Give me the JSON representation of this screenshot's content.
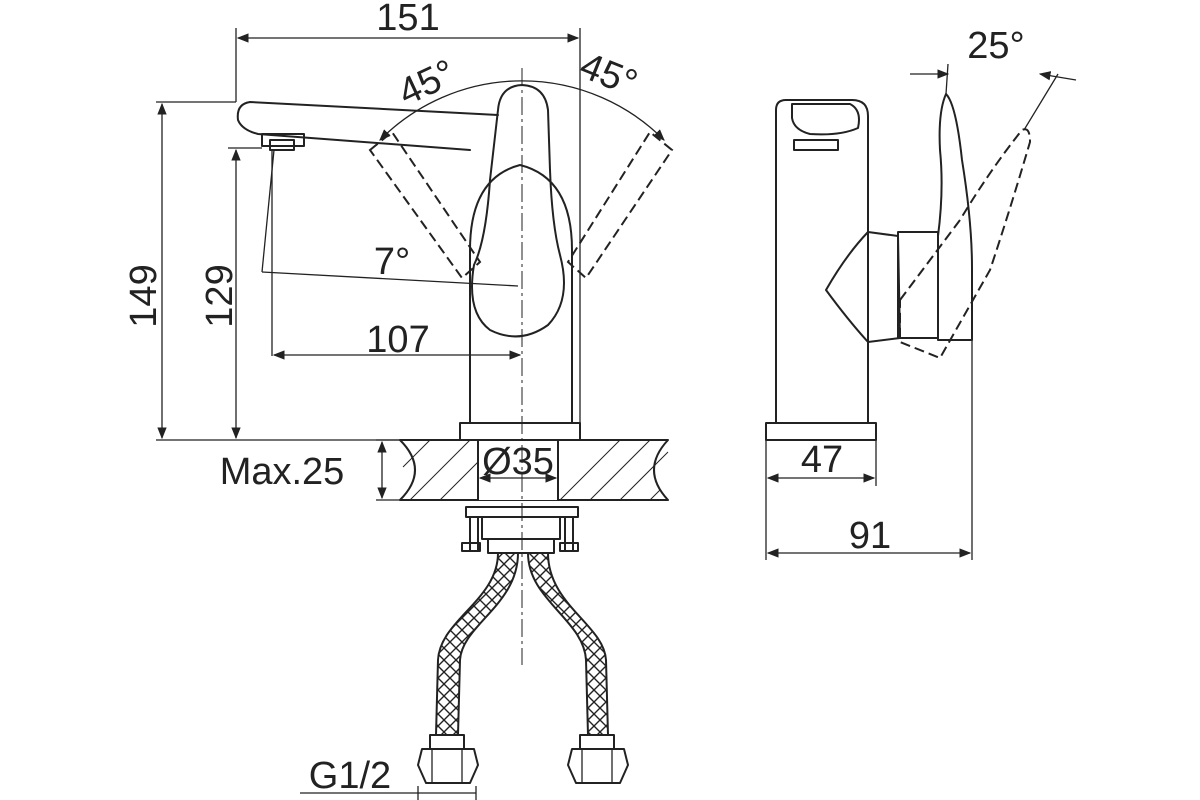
{
  "dimensions": {
    "overall_width": "151",
    "angle_left": "45°",
    "angle_right": "45°",
    "overall_height": "149",
    "spout_height": "129",
    "spout_tilt_angle": "7°",
    "spout_reach": "107",
    "max_deck_thickness": "Max.25",
    "mount_hole_diameter": "Ø35",
    "base_diameter": "47",
    "overall_depth": "91",
    "handle_lift_angle": "25°",
    "inlet_thread": "G1/2"
  }
}
